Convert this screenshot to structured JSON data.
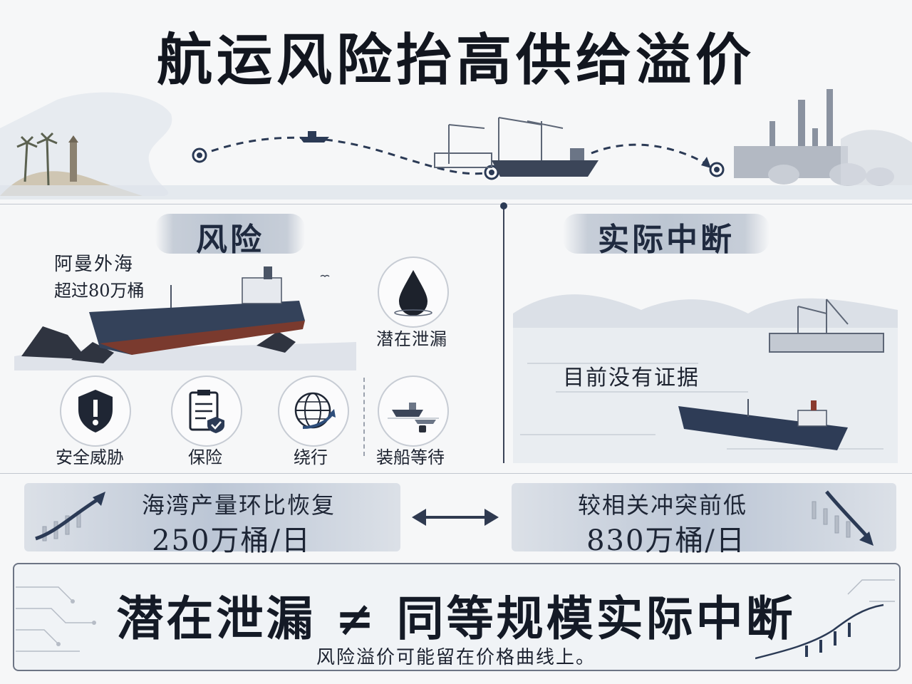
{
  "title": "航运风险抬高供给溢价",
  "left_section": {
    "title": "风险",
    "location_line1": "阿曼外海",
    "location_line2": "超过80万桶",
    "leak_label": "潜在泄漏",
    "icons": [
      {
        "label": "安全威胁",
        "icon": "shield-warning-icon"
      },
      {
        "label": "保险",
        "icon": "insurance-document-icon"
      },
      {
        "label": "绕行",
        "icon": "globe-detour-icon"
      },
      {
        "label": "装船等待",
        "icon": "ship-waiting-icon"
      }
    ]
  },
  "right_section": {
    "title": "实际中断",
    "evidence_text": "目前没有证据"
  },
  "stats": {
    "left_line1": "海湾产量环比恢复",
    "left_line2": "250万桶/日",
    "right_line1": "较相关冲突前低",
    "right_line2": "830万桶/日"
  },
  "bottom": {
    "main": "潜在泄漏 ≠ 同等规模实际中断",
    "sub": "风险溢价可能留在价格曲线上。"
  },
  "colors": {
    "navy": "#2b3a55",
    "ink": "#12161f"
  }
}
